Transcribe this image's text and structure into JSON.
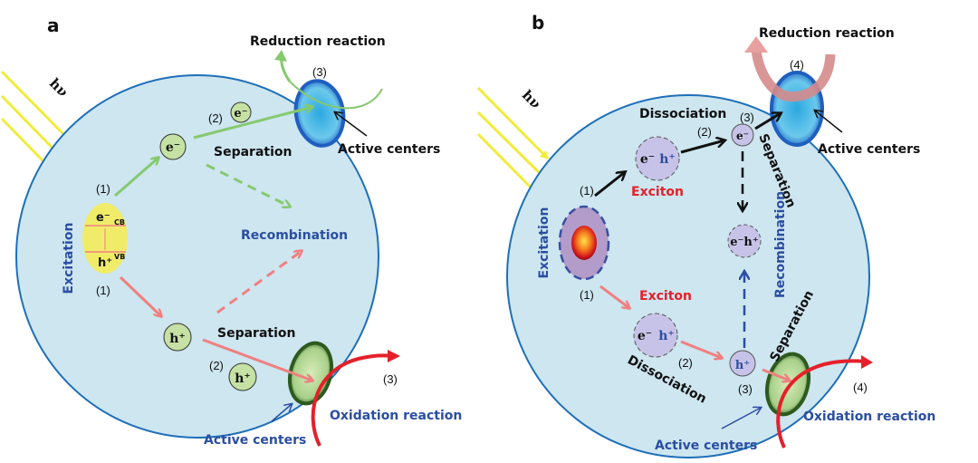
{
  "panel_a": {
    "label": "a",
    "light": "hν",
    "excitation": "Excitation",
    "band": {
      "electron": "e⁻",
      "hole": "h⁺",
      "cb": "CB",
      "vb": "VB"
    },
    "step1": "(1)",
    "step2": "(2)",
    "step3": "(3)",
    "electron": "e⁻",
    "hole": "h⁺",
    "separation": "Separation",
    "recombination": "Recombination",
    "reduction": "Reduction reaction",
    "oxidation": "Oxidation reaction",
    "active_centers": "Active centers"
  },
  "panel_b": {
    "label": "b",
    "light": "hν",
    "excitation": "Excitation",
    "step1": "(1)",
    "step2": "(2)",
    "step3": "(3)",
    "step4": "(4)",
    "exciton": "Exciton",
    "exciton_pair_e": "e⁻",
    "exciton_pair_h": "h⁺",
    "electron": "e⁻",
    "hole": "h⁺",
    "dissociation": "Dissociation",
    "separation": "Separation",
    "recombination": "Recombination",
    "recomb_pair": "e⁻h⁺",
    "reduction": "Reduction reaction",
    "oxidation": "Oxidation reaction",
    "active_centers": "Active centers"
  },
  "colors": {
    "particle_fill": "#cde6f0",
    "particle_stroke": "#1f6fb8",
    "label_blue": "#2b4ea2",
    "exciton_red": "#e5202a",
    "green_arrow": "#86c96f",
    "pink_arrow": "#ef8080",
    "light_ray": "#f0ec3a"
  }
}
